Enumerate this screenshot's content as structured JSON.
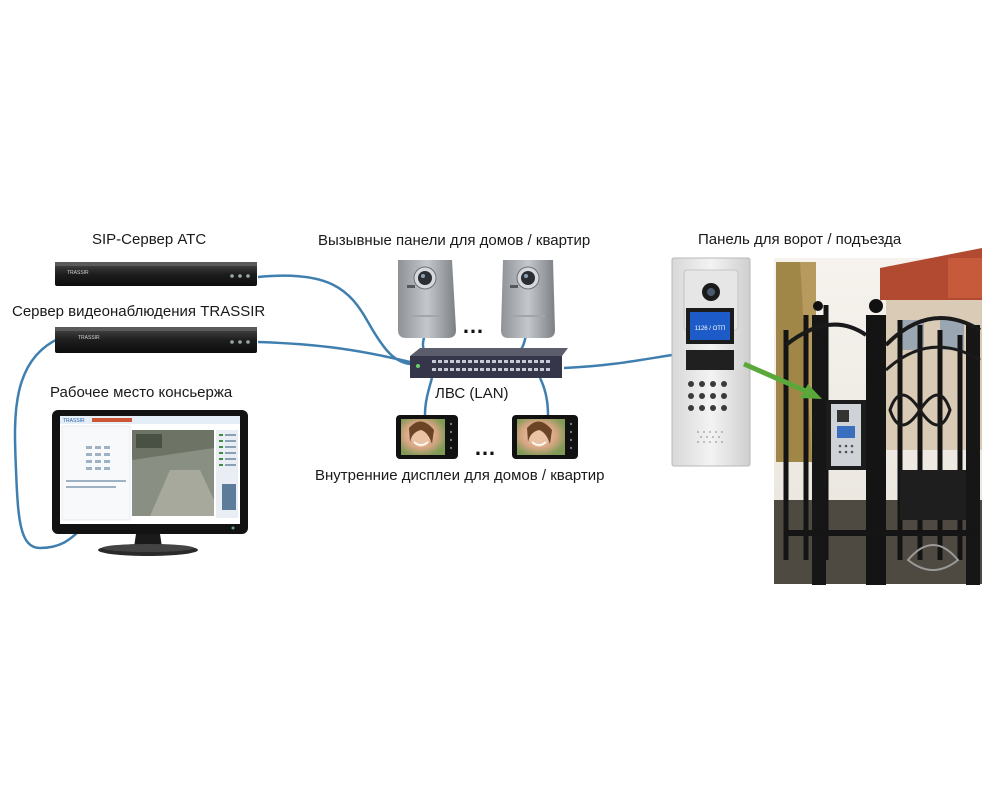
{
  "labels": {
    "sip_server": "SIP-Сервер АТС",
    "video_server": "Сервер видеонаблюдения TRASSIR",
    "workstation": "Рабочее место консьержа",
    "call_panels": "Вызывные панели для домов / квартир",
    "lan": "ЛВС (LAN)",
    "indoor_displays": "Внутренние дисплеи для домов / квартир",
    "gate_panel": "Панель для ворот / подъезда",
    "ellipsis_panels": "…",
    "ellipsis_displays": "…"
  },
  "device_text": {
    "server_brand": "TRASSIR",
    "monitor_brand": "TRASSIR",
    "gate_panel_screen": "1126 / ОТП"
  },
  "colors": {
    "cable": "#3f7fb0",
    "arrow": "#5aa83a",
    "server_body": "#2a2a2a",
    "switch_body": "#3a3a48"
  }
}
